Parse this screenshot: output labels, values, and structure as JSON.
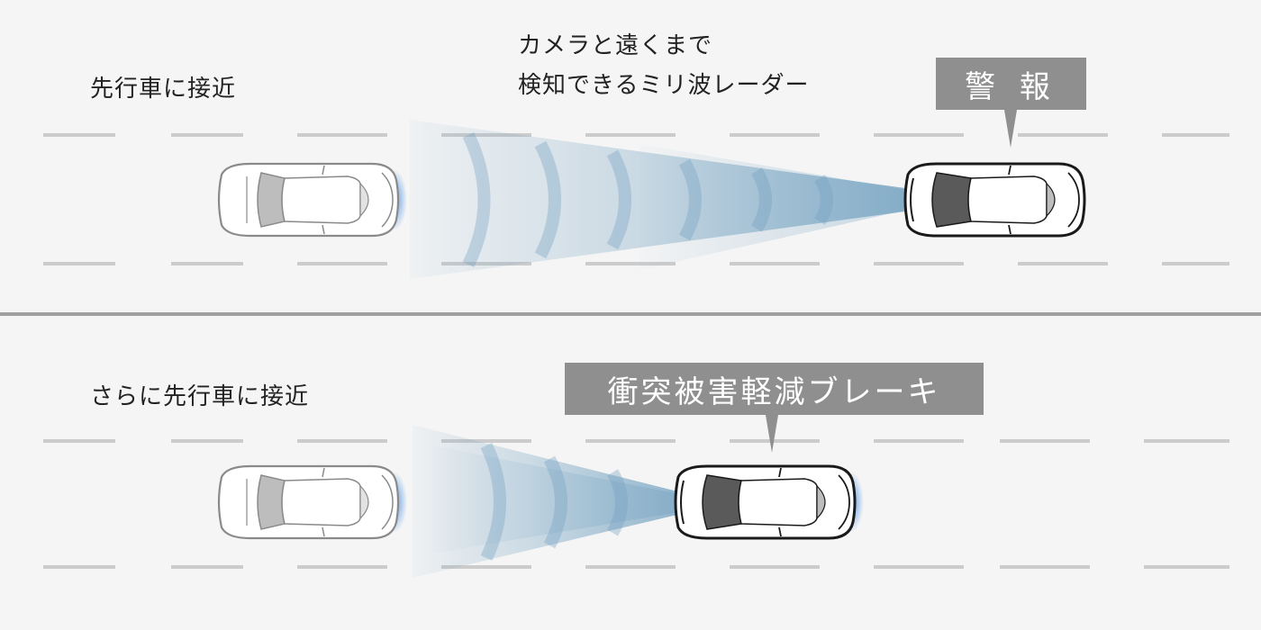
{
  "scene_top": {
    "label": "先行車に接近",
    "radar_label_line1": "カメラと遠くまで",
    "radar_label_line2": "検知できるミリ波レーダー",
    "callout": "警 報"
  },
  "scene_bottom": {
    "label": "さらに先行車に接近",
    "callout": "衝突被害軽減ブレーキ"
  },
  "colors": {
    "background": "#f5f5f5",
    "lane_dash": "#cccccc",
    "divider": "#a0a0a0",
    "callout_bg": "#8f8f8f",
    "radar_blue": "#6f9fbf",
    "headlight_glow": "#4a90e2"
  },
  "icons": [
    "own-car-icon",
    "lead-car-icon",
    "radar-beam-icon"
  ]
}
